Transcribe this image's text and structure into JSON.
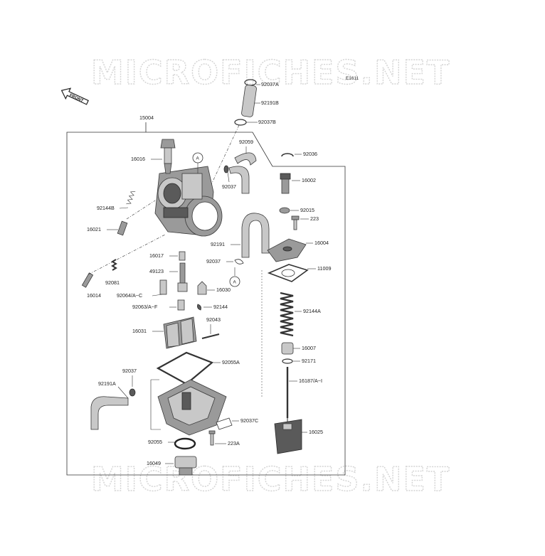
{
  "watermark": {
    "top": "MICROFICHES.NET",
    "bottom": "MICROFICHES.NET"
  },
  "diagram_code": "E1611",
  "front_arrow_label": "FRONT",
  "assembly_number": "15004",
  "reference_mark": "A",
  "parts": {
    "p92037A": "92037A",
    "p92191B": "92191B",
    "p92037B": "92037B",
    "p92059": "92059",
    "p92037_top": "92037",
    "p92036": "92036",
    "p16002": "16002",
    "p92015": "92015",
    "p223": "223",
    "p16004": "16004",
    "p11009": "11009",
    "p92144A": "92144A",
    "p16007": "16007",
    "p92171": "92171",
    "p16187": "16187/A~I",
    "p16025": "16025",
    "p16016": "16016",
    "p92144B": "92144B",
    "p16021": "16021",
    "p92191": "92191",
    "p92037_mid": "92037",
    "p16017": "16017",
    "p49123": "49123",
    "p92081": "92081",
    "p16014": "16014",
    "p92064": "92064/A~C",
    "p16030": "16030",
    "p92063": "92063/A~F",
    "p92144": "92144",
    "p92043": "92043",
    "p16031": "16031",
    "p92055A": "92055A",
    "p92037_low": "92037",
    "p92191A": "92191A",
    "p92037C": "92037C",
    "p92055": "92055",
    "p223A": "223A",
    "p16049": "16049"
  }
}
